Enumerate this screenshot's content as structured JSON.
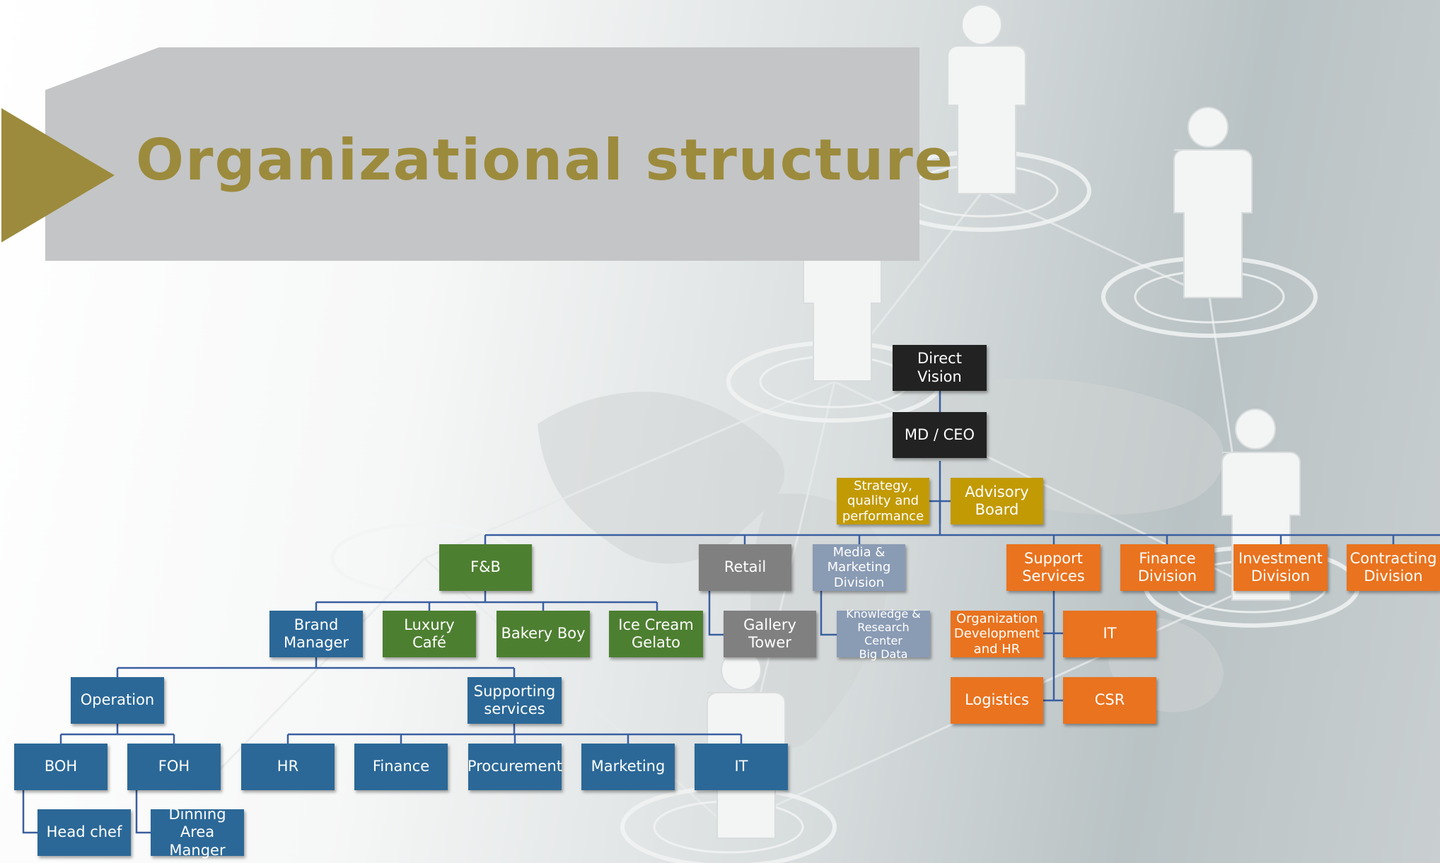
{
  "title": "Organizational structure",
  "colors": {
    "title": "#9c8b3d",
    "banner": "#c4c5c6",
    "leadership": "#222222",
    "advisory": "#c29a04",
    "fnb": "#4d7f31",
    "operations": "#2b6897",
    "retail": "#808080",
    "media": "#8a9bb4",
    "support": "#e9731f",
    "connector": "#3a5fa0"
  },
  "org": {
    "direct_vision": "Direct Vision",
    "md_ceo": "MD / CEO",
    "strategy": "Strategy,\nquality and\nperformance",
    "advisory_board": "Advisory\nBoard",
    "divisions": {
      "fnb": "F&B",
      "retail": "Retail",
      "media": "Media &\nMarketing\nDivision",
      "support_services": "Support\nServices",
      "finance": "Finance\nDivision",
      "investment": "Investment\nDivision",
      "contracting": "Contracting\nDivision"
    },
    "fnb_units": {
      "brand_manager": "Brand\nManager",
      "luxury_cafe": "Luxury Café",
      "bakery_boy": "Bakery Boy",
      "ice_cream": "Ice Cream\nGelato"
    },
    "gallery_tower": "Gallery\nTower",
    "knowledge_center": "Knowledge  &\nResearch Center\nBig Data",
    "support_units": {
      "org_dev_hr": "Organization\nDevelopment\nand HR",
      "it": "IT",
      "logistics": "Logistics",
      "csr": "CSR"
    },
    "operation": "Operation",
    "supporting_services": "Supporting\nservices",
    "operation_units": {
      "boh": "BOH",
      "foh": "FOH",
      "head_chef": "Head chef",
      "dining_manager": "Dinning Area\nManger"
    },
    "supporting_units": {
      "hr": "HR",
      "finance": "Finance",
      "procurement": "Procurement",
      "marketing": "Marketing",
      "it": "IT"
    }
  }
}
